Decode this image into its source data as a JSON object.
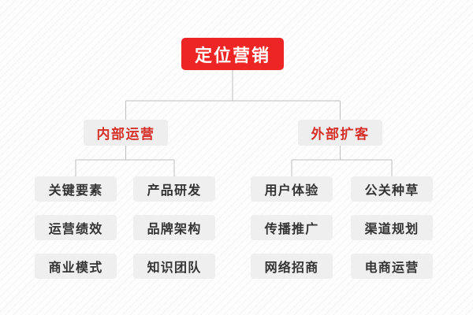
{
  "diagram": {
    "title": "定位营销",
    "theme": {
      "accent_red": "#ED2524",
      "level2_text_red": "#D62F28",
      "box_gray": "#EFEFEF",
      "leaf_text": "#333333",
      "line_color": "#BFBFBF",
      "background": "#FDFDFD"
    },
    "root": {
      "label": "定位营销"
    },
    "branches": [
      {
        "label": "内部运营",
        "children": [
          {
            "label": "关键要素"
          },
          {
            "label": "产品研发"
          },
          {
            "label": "运营绩效"
          },
          {
            "label": "品牌架构"
          },
          {
            "label": "商业模式"
          },
          {
            "label": "知识团队"
          }
        ]
      },
      {
        "label": "外部扩客",
        "children": [
          {
            "label": "用户体验"
          },
          {
            "label": "公关种草"
          },
          {
            "label": "传播推广"
          },
          {
            "label": "渠道规划"
          },
          {
            "label": "网络招商"
          },
          {
            "label": "电商运营"
          }
        ]
      }
    ]
  }
}
